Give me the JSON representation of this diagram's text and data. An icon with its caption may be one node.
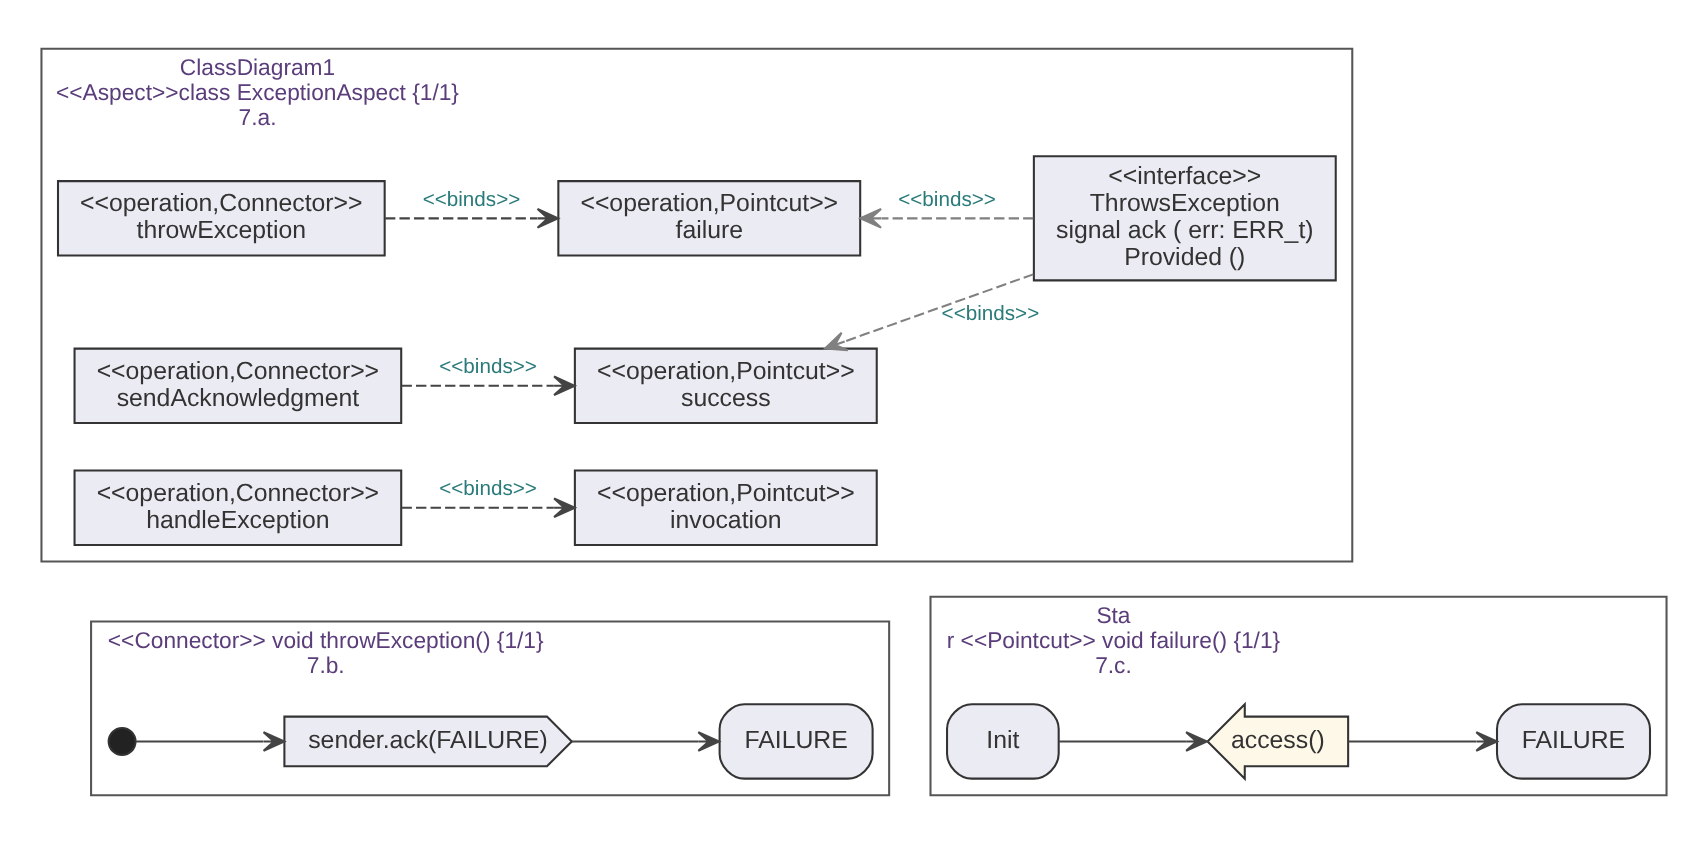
{
  "diagram": {
    "nodes": [
      {
        "text": [
          "ClassDiagram1",
          "<<Aspect>>class ExceptionAspect {1/1}",
          "7.a."
        ]
      },
      {
        "text": [
          "<<operation,Connector>>",
          "throwException"
        ],
        "in": 0
      },
      {
        "text": [
          "<<operation,Pointcut>>",
          "failure"
        ],
        "in": 0
      },
      {
        "text": [
          "<<interface>>",
          "ThrowsException",
          "signal ack ( err: ERR_t)",
          "Provided ()"
        ],
        "in": 0
      },
      {
        "text": [
          "<<operation,Connector>>",
          "sendAcknowledgment"
        ],
        "in": 0
      },
      {
        "text": [
          "<<operation,Pointcut>>",
          "success"
        ],
        "in": 0
      },
      {
        "text": [
          "<<operation,Connector>>",
          "handleException"
        ],
        "in": 0
      },
      {
        "text": [
          "<<operation,Pointcut>>",
          "invocation"
        ],
        "in": 0
      },
      {
        "text": [
          "<<Connector>> void throwException() {1/1}",
          "7.b."
        ]
      },
      {
        "text": [],
        "shape": "circle",
        "in": 8
      },
      {
        "text": [
          "sender.ack(FAILURE)"
        ],
        "in": 8
      },
      {
        "text": [
          "FAILURE"
        ],
        "in": 8
      },
      {
        "text": [
          "Sta",
          "r <<Pointcut>> void failure() {1/1}",
          "7.c."
        ]
      },
      {
        "text": [
          "Init"
        ],
        "in": 12
      },
      {
        "text": [
          "access()"
        ],
        "in": 12
      },
      {
        "text": [
          "FAILURE"
        ],
        "in": 12
      }
    ],
    "edges": [
      {
        "from": 1,
        "to": 2,
        "arrow": "to",
        "label": "<<binds>>",
        "style": "dashed"
      },
      {
        "from": 3,
        "to": 2,
        "arrow": "to",
        "label": "<<binds>>",
        "style": "dashed",
        "color": "#808080"
      },
      {
        "from": 4,
        "to": 5,
        "arrow": "to",
        "label": "<<binds>>",
        "style": "dashed"
      },
      {
        "from": 3,
        "to": 5,
        "arrow": "to",
        "label": "<<binds>>",
        "style": "dashed",
        "color": "#808080"
      },
      {
        "from": 6,
        "to": 7,
        "arrow": "to",
        "label": "<<binds>>",
        "style": "dashed"
      },
      {
        "from": 9,
        "to": 10,
        "arrow": "to"
      },
      {
        "from": 10,
        "to": 11,
        "arrow": "to"
      },
      {
        "from": 13,
        "to": 14,
        "arrow": "to"
      },
      {
        "from": 14,
        "to": 15,
        "arrow": "to"
      }
    ]
  }
}
